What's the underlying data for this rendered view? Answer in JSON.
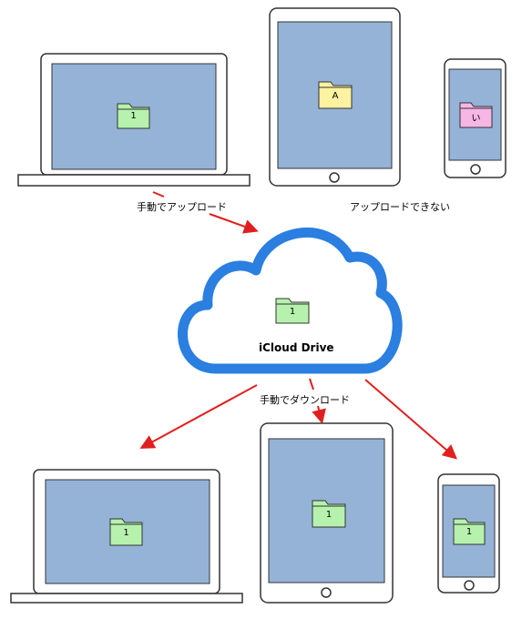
{
  "labels": {
    "upload_manual": "手動でアップロード",
    "upload_unable": "アップロードできない",
    "download_manual": "手動でダウンロード",
    "cloud_name": "iCloud Drive"
  },
  "folders": {
    "laptop_top": "1",
    "tablet_top": "A",
    "phone_top": "い",
    "cloud": "1",
    "laptop_bottom": "1",
    "tablet_bottom": "1",
    "phone_bottom": "1"
  },
  "colors": {
    "screen": "#95b3d7",
    "folder_green": "#b6f2ad",
    "folder_yellow": "#fff2a0",
    "folder_pink": "#f7b6e6",
    "cloud_stroke": "#2a7fe0",
    "arrow": "#e0201e"
  }
}
